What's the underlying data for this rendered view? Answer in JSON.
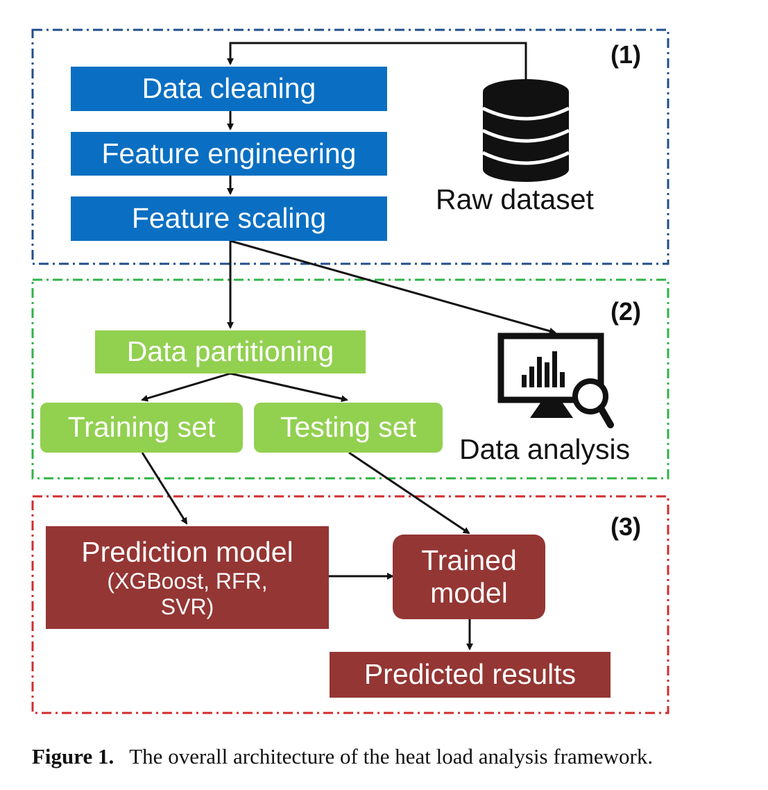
{
  "sections": [
    {
      "label": "(1)",
      "color": "#1f4e8c"
    },
    {
      "label": "(2)",
      "color": "#2fb344"
    },
    {
      "label": "(3)",
      "color": "#d22b2b"
    }
  ],
  "stage1": {
    "data_cleaning": "Data cleaning",
    "feature_engineering": "Feature engineering",
    "feature_scaling": "Feature scaling",
    "raw_dataset_icon": "database-icon",
    "raw_dataset_label": "Raw dataset"
  },
  "stage2": {
    "data_partitioning": "Data partitioning",
    "training_set": "Training set",
    "testing_set": "Testing set",
    "data_analysis_icon": "monitor-chart-magnifier-icon",
    "data_analysis_label": "Data analysis"
  },
  "stage3": {
    "prediction_model_title": "Prediction model",
    "prediction_model_line2": "(XGBoost, RFR,",
    "prediction_model_line3": "SVR)",
    "trained_model_line1": "Trained",
    "trained_model_line2": "model",
    "predicted_results": "Predicted results"
  },
  "caption": {
    "figure_label": "Figure 1.",
    "text": "The overall architecture of the heat load analysis framework."
  },
  "colors": {
    "blue_box": "#0a6fc2",
    "green_box": "#92d050",
    "red_box": "#943634",
    "arrow": "#111111"
  }
}
